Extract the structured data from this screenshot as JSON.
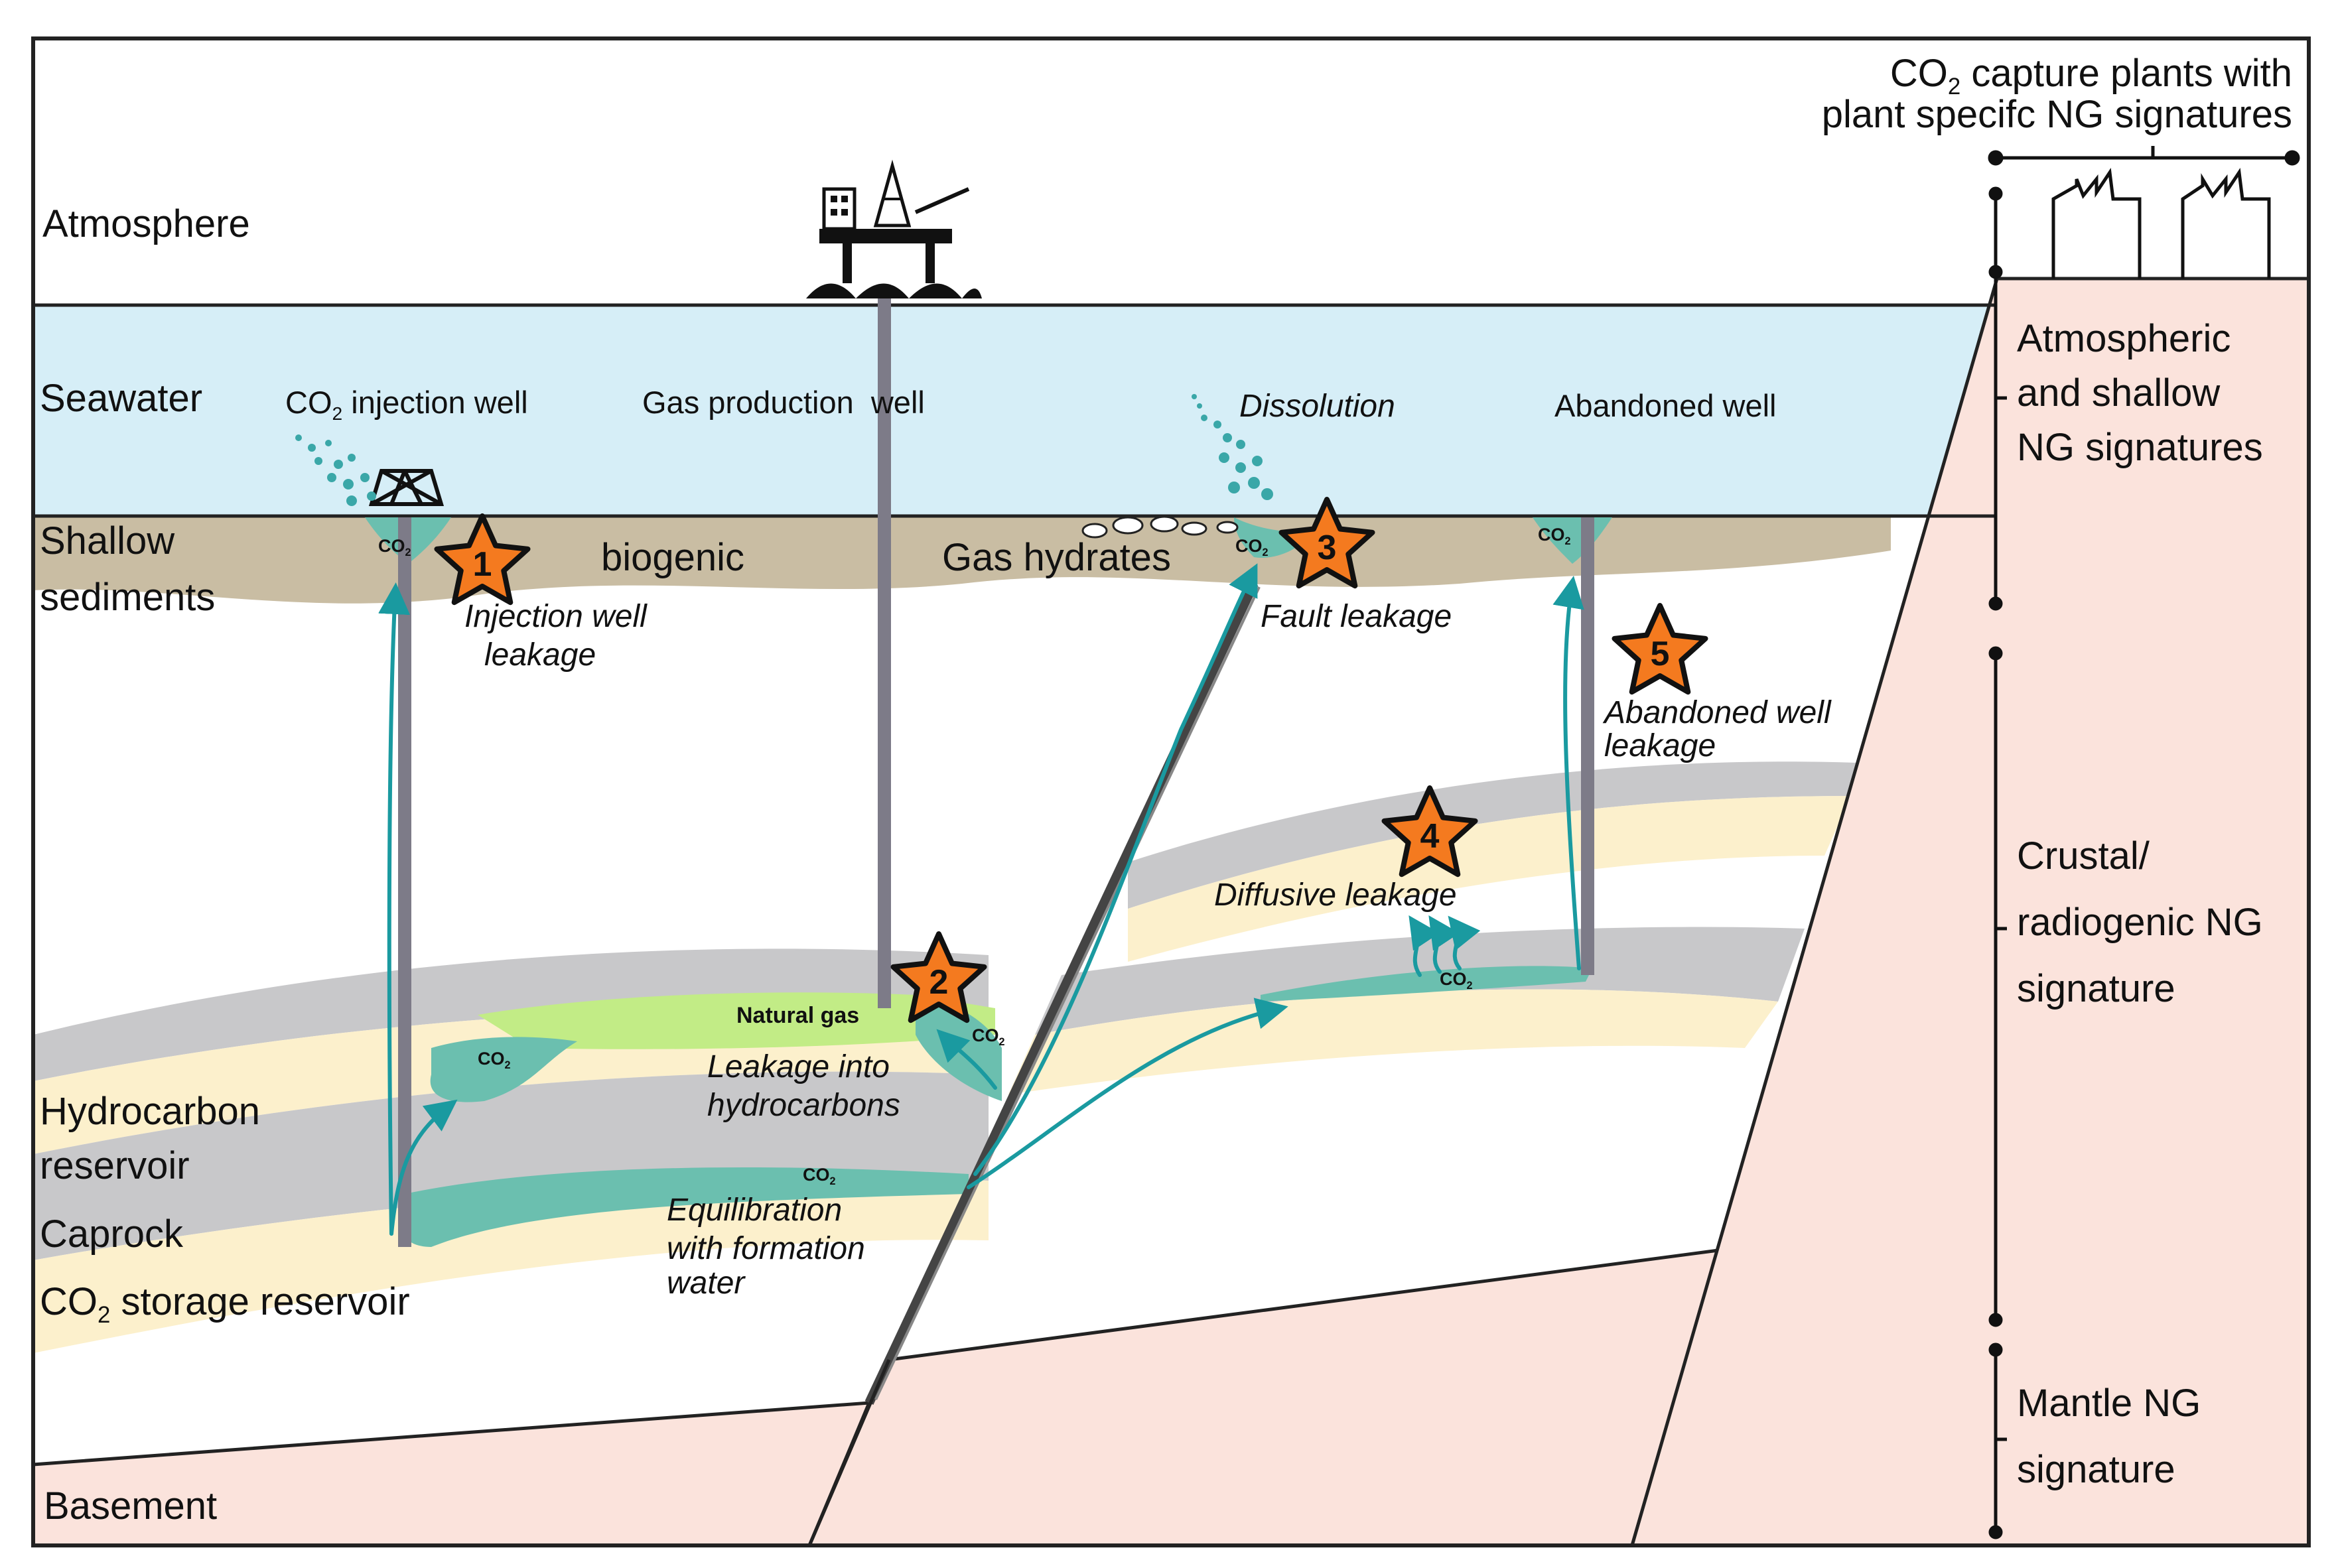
{
  "layers": {
    "atmosphere": "Atmosphere",
    "seawater": "Seawater",
    "shallow_sediments": [
      "Shallow",
      "sediments"
    ],
    "hydrocarbon_reservoir": [
      "Hydrocarbon",
      "reservoir"
    ],
    "caprock": "Caprock",
    "co2_storage_reservoir": {
      "pre": "CO",
      "sub": "2",
      "post": " storage reservoir"
    },
    "basement": "Basement"
  },
  "wells": {
    "injection": {
      "pre": "CO",
      "sub": "2",
      "post": " injection well"
    },
    "gas_production": "Gas production  well",
    "abandoned": "Abandoned well"
  },
  "zones": {
    "biogenic": "biogenic",
    "gas_hydrates": "Gas hydrates",
    "natural_gas": "Natural gas",
    "dissolution": "Dissolution"
  },
  "co2_label": {
    "pre": "CO",
    "sub": "2"
  },
  "leakage_sites": [
    {
      "number": "1",
      "lines": [
        "Injection well",
        "leakage"
      ]
    },
    {
      "number": "2",
      "lines": [
        "Leakage into",
        "hydrocarbons"
      ]
    },
    {
      "number": "3",
      "lines": [
        "Fault leakage"
      ]
    },
    {
      "number": "4",
      "lines": [
        "Diffusive leakage"
      ]
    },
    {
      "number": "5",
      "lines": [
        "Abandoned well",
        "leakage"
      ]
    }
  ],
  "equilibration": [
    "Equilibration",
    "with formation",
    "water"
  ],
  "capture_plants": {
    "line1_pre": "CO",
    "line1_sub": "2",
    "line1_post": " capture plants with",
    "line2": "plant specifc NG signatures"
  },
  "signatures": {
    "atmospheric": [
      "Atmospheric",
      "and shallow",
      "NG signatures"
    ],
    "crustal": [
      "Crustal/",
      "radiogenic NG",
      "signature"
    ],
    "mantle": [
      "Mantle NG",
      "signature"
    ]
  },
  "colors": {
    "seawater": "#d6eef7",
    "shallow_sediments": "#c9bda3",
    "caprock": "#c8c8ca",
    "storage_reservoir": "#fcf0cc",
    "basement": "#fbe3dc",
    "natural_gas": "#c2ec86",
    "co2_plume": "#6bbfaf",
    "flow_arrow": "#1a9aa0",
    "star_fill": "#f47a1f",
    "well": "#7d7b88"
  }
}
